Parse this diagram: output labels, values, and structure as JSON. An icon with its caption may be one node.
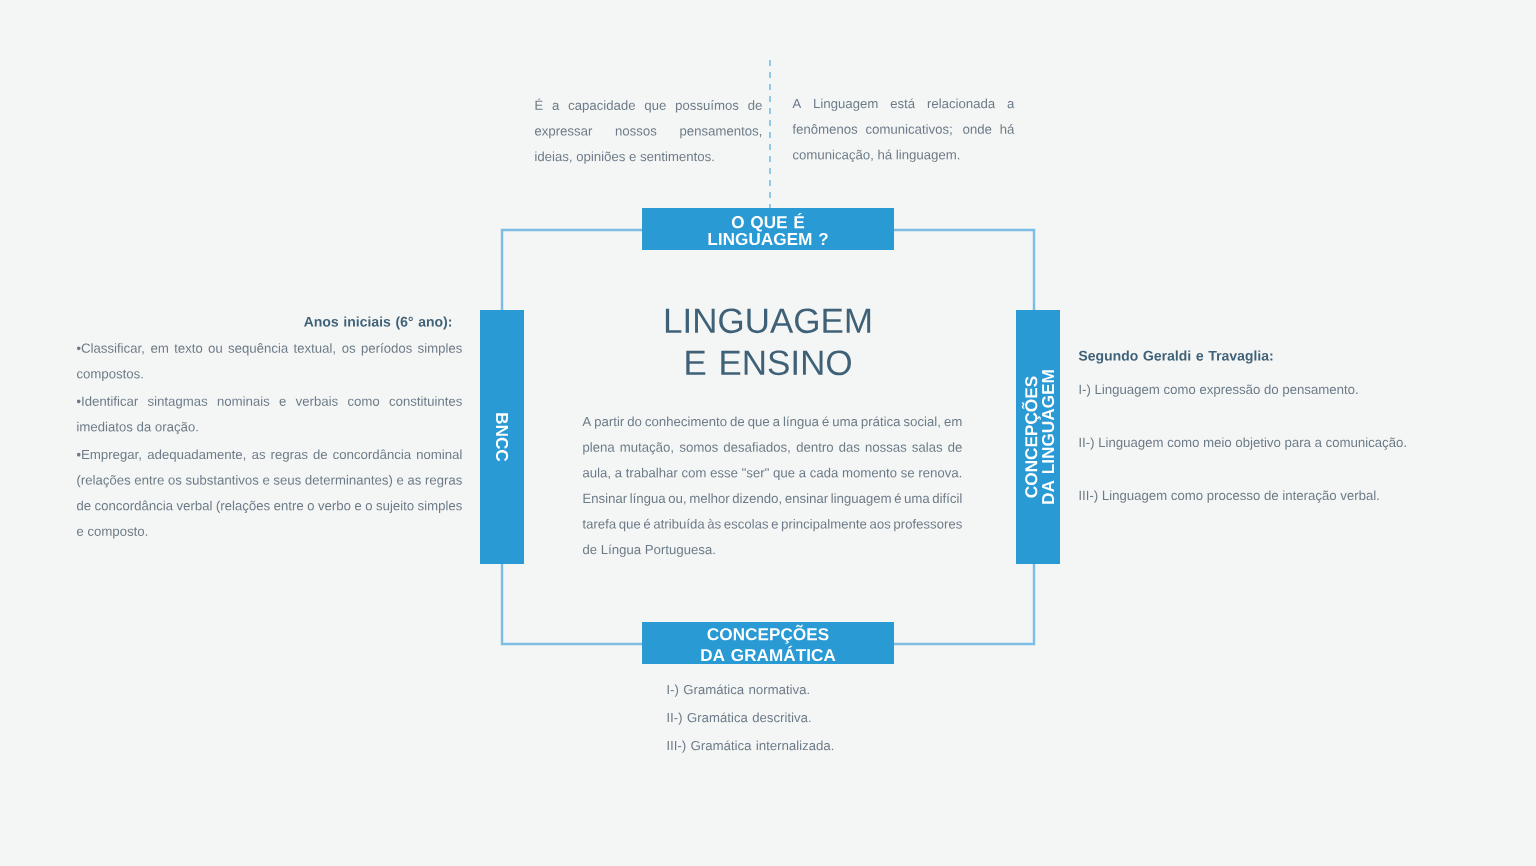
{
  "diagram": {
    "nodes": [
      {
        "text": [
          "O QUE É LINGUAGEM ?"
        ],
        "beside": [
          "É a capacidade que possuímos de expressar nossos pensamentos, ideias, opiniões e sentimentos.",
          "A Linguagem está relacionada a fenômenos comunicativos; onde há comunicação, há linguagem."
        ]
      },
      {
        "text": [
          "BNCC"
        ],
        "beside": [
          "Anos iniciais (6° ano):",
          "•Classificar, em texto ou sequência textual, os períodos simples compostos.",
          "•Identificar sintagmas nominais e verbais como constituintes imediatos da oração.",
          "•Empregar, adequadamente, as regras de concordância nominal (relações entre os substantivos e seus determinantes) e as regras de concordância verbal (relações entre o verbo e o sujeito simples e composto."
        ]
      },
      {
        "text": [
          "CONCEPÇÕES DA LINGUAGEM"
        ],
        "beside": [
          "Segundo Geraldi e Travaglia:",
          "I-) Linguagem como expressão do pensamento.",
          "II-) Linguagem como meio objetivo para a comunicação.",
          "III-) Linguagem como processo de interação verbal."
        ]
      },
      {
        "text": [
          "CONCEPÇÕES DA GRAMÁTICA"
        ],
        "beside": [
          "I-) Gramática normativa.",
          "II-) Gramática descritiva.",
          "III-) Gramática internalizada."
        ]
      }
    ],
    "labels": [
      "LINGUAGEM E ENSINO",
      "A partir do conhecimento de que a língua é uma prática social, em plena mutação, somos desafiados, dentro das nossas salas de aula, a trabalhar com esse \"ser\" que a cada momento se renova. Ensinar língua ou, melhor dizendo, ensinar linguagem é uma difícil tarefa que é atribuída às escolas e principalmente aos professores de Língua Portuguesa."
    ]
  }
}
